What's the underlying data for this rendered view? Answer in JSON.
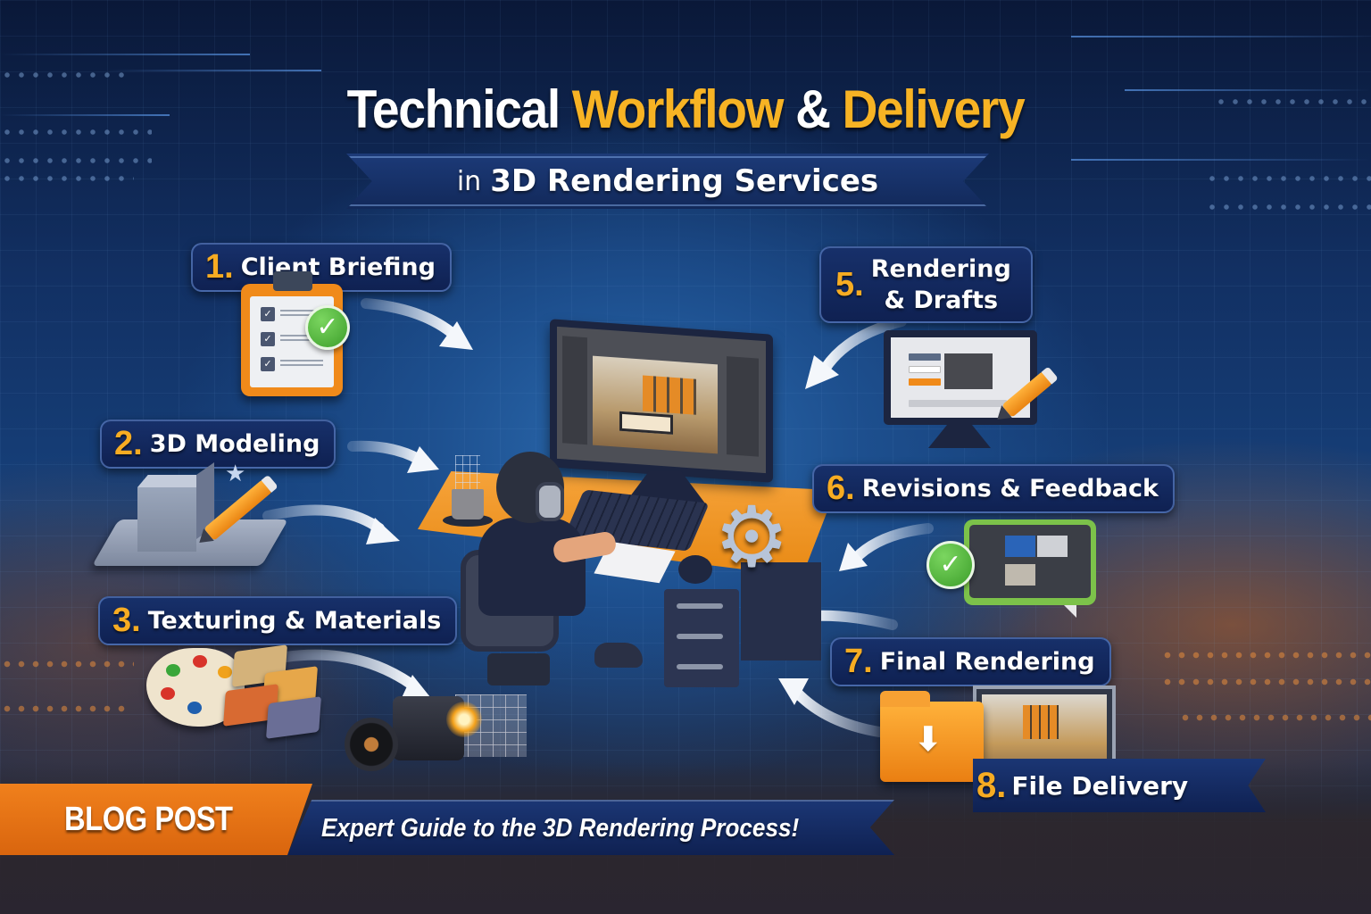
{
  "title": {
    "part1": "Technical",
    "highlight1": "Workflow",
    "connector": "&",
    "highlight2": "Delivery",
    "subtitle_pre": "in",
    "subtitle_main": "3D Rendering Services"
  },
  "colors": {
    "accent_orange": "#f7ac22",
    "banner_orange": "#f0801c",
    "navy": "#12295a",
    "background_blue": "#1d4f8e",
    "check_green": "#5bbf3c"
  },
  "steps": [
    {
      "number": "1.",
      "label": "Client Briefing",
      "icon": "clipboard-checklist-icon"
    },
    {
      "number": "2.",
      "label": "3D Modeling",
      "icon": "cube-pencil-icon"
    },
    {
      "number": "3.",
      "label": "Texturing & Materials",
      "icon": "palette-swatches-icon"
    },
    {
      "number": "5.",
      "label_line1": "Rendering",
      "label_line2": "& Drafts",
      "icon": "monitor-draft-icon"
    },
    {
      "number": "6.",
      "label": "Revisions & Feedback",
      "icon": "feedback-check-icon"
    },
    {
      "number": "7.",
      "label": "Final Rendering",
      "icon": "rendered-room-icon"
    },
    {
      "number": "8.",
      "label": "File Delivery",
      "icon": "folder-download-icon"
    }
  ],
  "center_illustration": {
    "description": "3D artist at workstation",
    "elements": [
      "monitor-3d-scene",
      "keyboard",
      "mouse",
      "gear",
      "headphones",
      "office-chair",
      "desk",
      "camera-light"
    ]
  },
  "footer": {
    "tag": "BLOG POST",
    "tagline": "Expert Guide to the 3D Rendering Process!"
  }
}
